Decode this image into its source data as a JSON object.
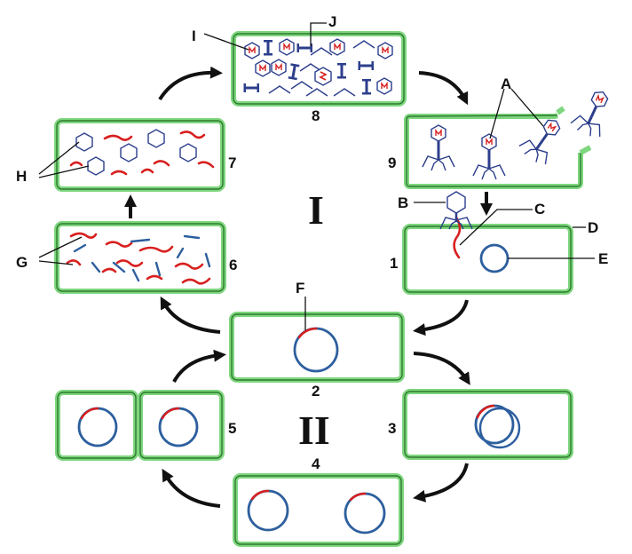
{
  "labels": {
    "A": "A",
    "B": "B",
    "C": "C",
    "D": "D",
    "E": "E",
    "F": "F",
    "G": "G",
    "H": "H",
    "I": "I",
    "J": "J"
  },
  "steps": {
    "s1": "1",
    "s2": "2",
    "s3": "3",
    "s4": "4",
    "s5": "5",
    "s6": "6",
    "s7": "7",
    "s8": "8",
    "s9": "9"
  },
  "cycles": {
    "lytic": "I",
    "lysogenic": "II"
  },
  "colors": {
    "cell_wall": "#7ed67e",
    "bacterial_dna": "#2d5f9e",
    "phage_dna": "#d81f1f",
    "phage_body": "#2c3e8c"
  }
}
